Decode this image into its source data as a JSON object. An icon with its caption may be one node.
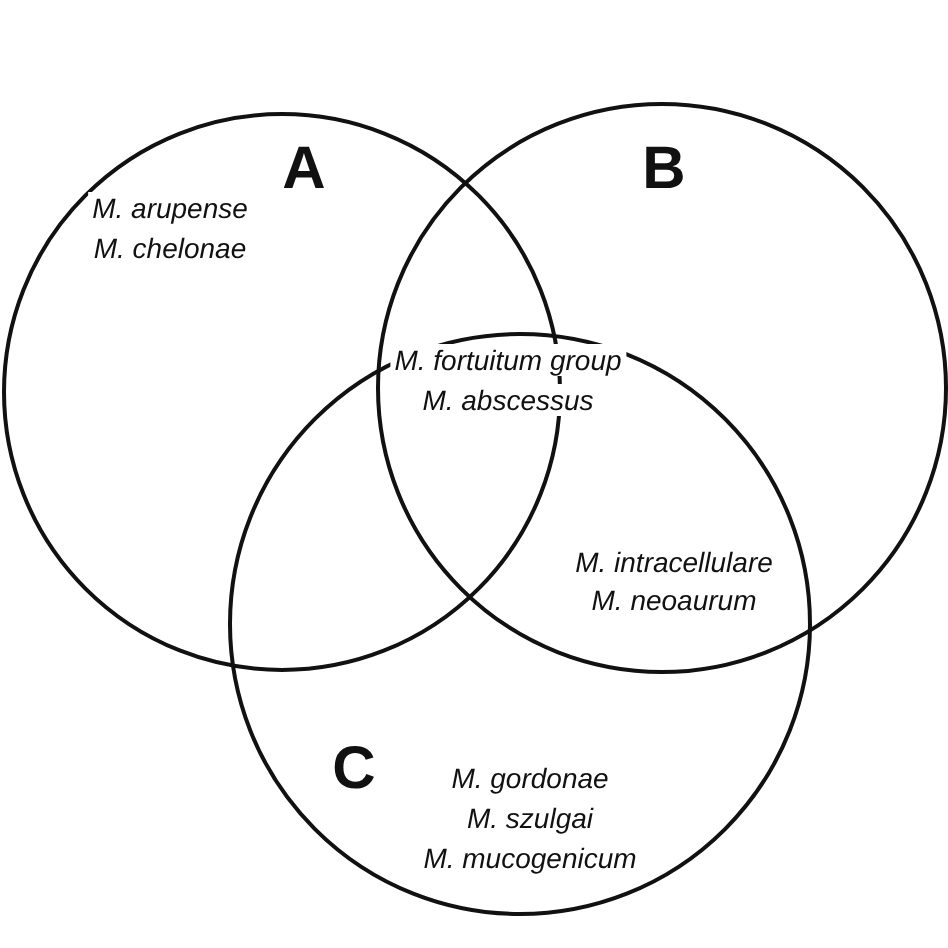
{
  "diagram": {
    "nodes": [
      {
        "text": [
          "A"
        ]
      },
      {
        "text": [
          "B"
        ]
      },
      {
        "text": [
          "C"
        ]
      }
    ],
    "labels": [
      "M. arupense",
      "M. chelonae",
      "M. fortuitum group",
      "M. abscessus",
      "M. intracellulare",
      "M. neoaurum",
      "M. gordonae",
      "M. szulgai",
      "M. mucogenicum"
    ]
  }
}
